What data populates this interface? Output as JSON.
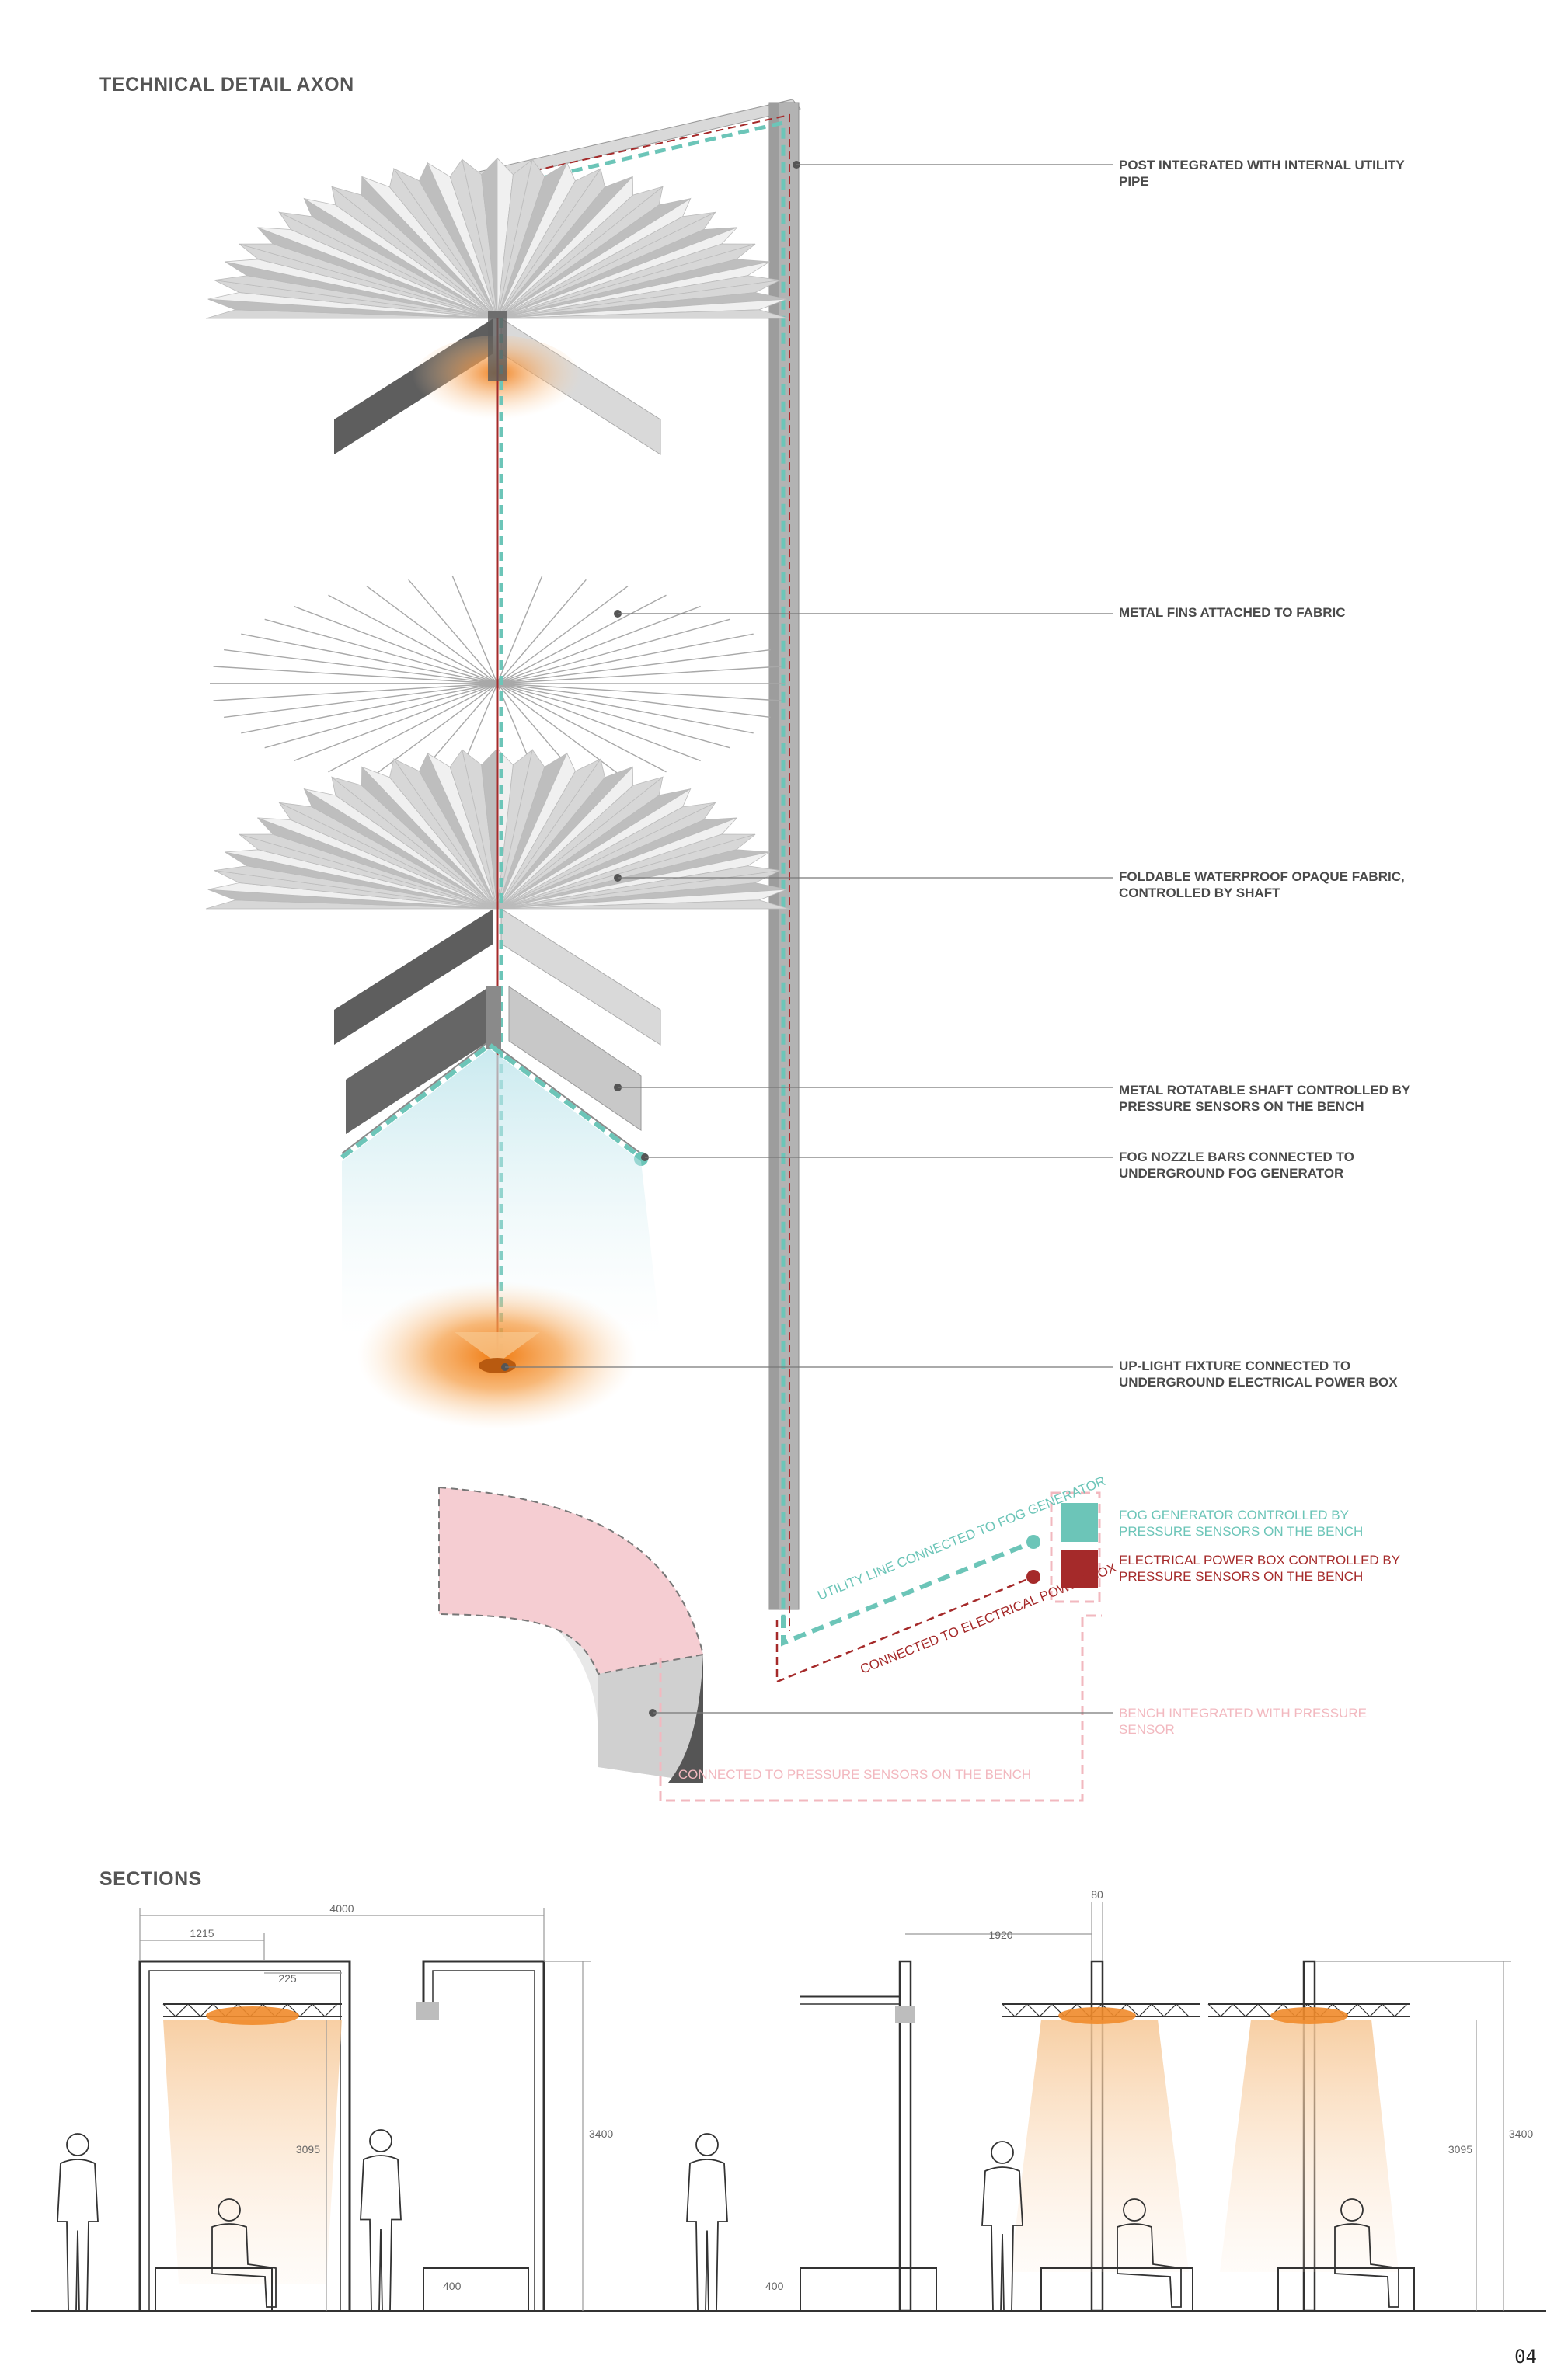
{
  "headings": {
    "axon": "TECHNICAL DETAIL AXON",
    "sections": "SECTIONS"
  },
  "callouts": [
    {
      "text": "POST INTEGRATED WITH INTERNAL UTILITY PIPE"
    },
    {
      "text": "METAL FINS ATTACHED TO FABRIC"
    },
    {
      "text": "FOLDABLE WATERPROOF OPAQUE FABRIC, CONTROLLED BY SHAFT"
    },
    {
      "text": "METAL ROTATABLE SHAFT CONTROLLED BY PRESSURE SENSORS ON THE BENCH"
    },
    {
      "text": "FOG NOZZLE BARS CONNECTED TO UNDERGROUND FOG GENERATOR"
    },
    {
      "text": "UP-LIGHT FIXTURE CONNECTED TO UNDERGROUND ELECTRICAL POWER BOX"
    }
  ],
  "legend": [
    {
      "text": "FOG GENERATOR CONTROLLED BY PRESSURE SENSORS ON THE BENCH",
      "color": "#6cc5b8"
    },
    {
      "text": "ELECTRICAL POWER BOX CONTROLLED BY PRESSURE SENSORS ON THE BENCH",
      "color": "#a52a2a"
    },
    {
      "text": "BENCH INTEGRATED WITH PRESSURE SENSOR",
      "color": "#f2b8bf"
    }
  ],
  "connections": {
    "utility": "UTILITY LINE CONNECTED TO FOG GENERATOR",
    "electrical": "CONNECTED TO ELECTRICAL POWER BOX",
    "pressure": "CONNECTED TO PRESSURE SENSORS ON THE BENCH"
  },
  "dimensions": {
    "left": {
      "span": "4000",
      "arm": "1215",
      "offset": "225",
      "clear": "3095",
      "height": "3400",
      "bench": "400"
    },
    "right": {
      "post": "80",
      "arm": "1920",
      "clear": "3095",
      "height": "3400",
      "bench": "400"
    }
  },
  "page_number": "04",
  "colors": {
    "fog": "#6cc5b8",
    "power": "#a52a2a",
    "bench": "#f2b8bf",
    "light": "#f39a2b"
  }
}
